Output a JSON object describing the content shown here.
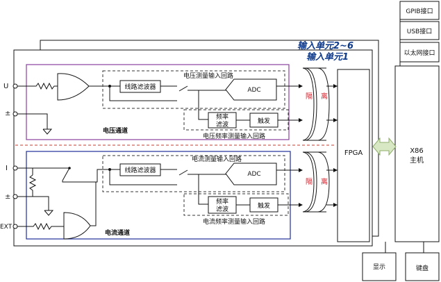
{
  "ports": {
    "gpib": "GPIB接口",
    "usb": "USB接口",
    "ethernet": "以太网接口"
  },
  "units": {
    "unit_2_6": "输入单元2~6",
    "unit_1": "输入单元1"
  },
  "voltage": {
    "input_u": "U",
    "input_pm": "±",
    "line_filter": "线路滤波器",
    "adc": "ADC",
    "measure_loop": "电压测量输入回路",
    "freq_filter_line1": "频率",
    "freq_filter_line2": "滤波",
    "trigger": "触发",
    "freq_loop": "电压频率测量输入回路",
    "channel": "电压通道"
  },
  "current": {
    "input_i": "I",
    "input_pm": "±",
    "input_ext": "EXT",
    "line_filter": "线路滤波器",
    "adc": "ADC",
    "measure_loop": "电流测量输入回路",
    "freq_filter_line1": "频率",
    "freq_filter_line2": "滤波",
    "trigger": "触发",
    "freq_loop": "电流频率测量输入回路",
    "channel": "电流通道"
  },
  "isolation": {
    "char1": "隔",
    "char2": "离"
  },
  "fpga": "FPGA",
  "host": {
    "line1": "X86",
    "line2": "主机"
  },
  "display": "显示",
  "keyboard": "键盘",
  "colors": {
    "voltage_border": "#8a3fa0",
    "current_border": "#1f2f9a",
    "unit_label": "#0e3a8c",
    "isolation_text": "#d0202a",
    "separator": "#c0392b",
    "arrow_fill": "#d8e8c4",
    "arrow_stroke": "#8fae6d"
  }
}
